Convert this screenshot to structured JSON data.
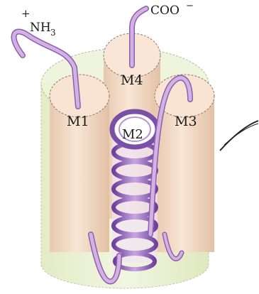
{
  "labels": {
    "nh3": "NH",
    "nh3_sub": "3",
    "nh3_charge": "+",
    "coo": "COO",
    "coo_charge": "−",
    "m1": "M1",
    "m2": "M2",
    "m3": "M3",
    "m4": "M4"
  },
  "colors": {
    "outer_cylinder": "#e8f0cc",
    "outer_cylinder_edge": "#9aa98a",
    "helix_body": "#f6dcc8",
    "helix_top": "#f9e4d3",
    "chain": "#c9a3d6",
    "chain_dark": "#8c5fae",
    "m2_ring": "#7a4fa8"
  }
}
